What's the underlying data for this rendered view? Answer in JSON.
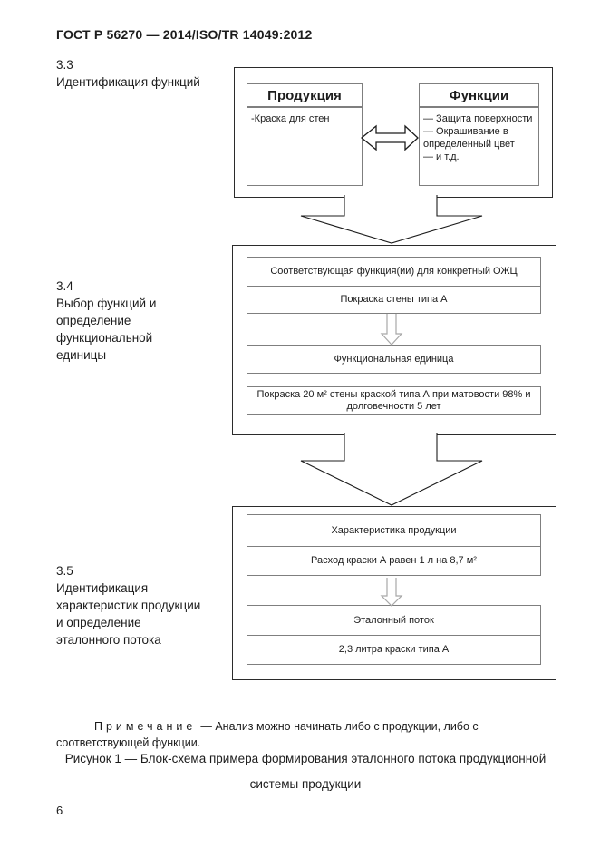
{
  "page": {
    "header": "ГОСТ Р 56270 — 2014/ISO/TR 14049:2012",
    "page_number": "6"
  },
  "sections": {
    "s33": {
      "lines": [
        "3.3",
        "Идентификация функций"
      ]
    },
    "s34": {
      "lines": [
        "3.4",
        "Выбор функций и",
        "определение",
        "функциональной",
        "единицы"
      ]
    },
    "s35": {
      "lines": [
        "3.5",
        "Идентификация",
        "характеристик продукции",
        "и определение",
        "эталонного потока"
      ]
    }
  },
  "diagram": {
    "product": {
      "title": "Продукция",
      "item": "-Краска для стен"
    },
    "functions": {
      "title": "Функции",
      "items": [
        "— Защита поверхности",
        "— Окрашивание в определенный цвет",
        "— и т.д."
      ]
    },
    "stage2": {
      "function_row": "Соответствующая функция(ии) для конкретный ОЖЦ",
      "example_row": "Покраска стены типа А",
      "unit": "Функциональная единица",
      "detail": "Покраска 20 м² стены краской типа А при матовости 98% и долговечности 5 лет"
    },
    "stage3": {
      "characteristic_row": "Характеристика продукции",
      "consumption_row": "Расход краски А равен 1 л на 8,7 м²",
      "flow": "Эталонный поток",
      "flow_value": "2,3 литра краски типа А"
    },
    "colors": {
      "container_border": "#2b2b2b",
      "box_border": "#7f7f7f",
      "small_arrow": "#a8a8a8"
    }
  },
  "note": {
    "label": "Примечание",
    "text": "— Анализ можно начинать либо с продукции, либо с соответствующей функции."
  },
  "caption": {
    "line1": "Рисунок 1 — Блок-схема примера формирования эталонного потока продукционной",
    "line2": "системы продукции"
  }
}
